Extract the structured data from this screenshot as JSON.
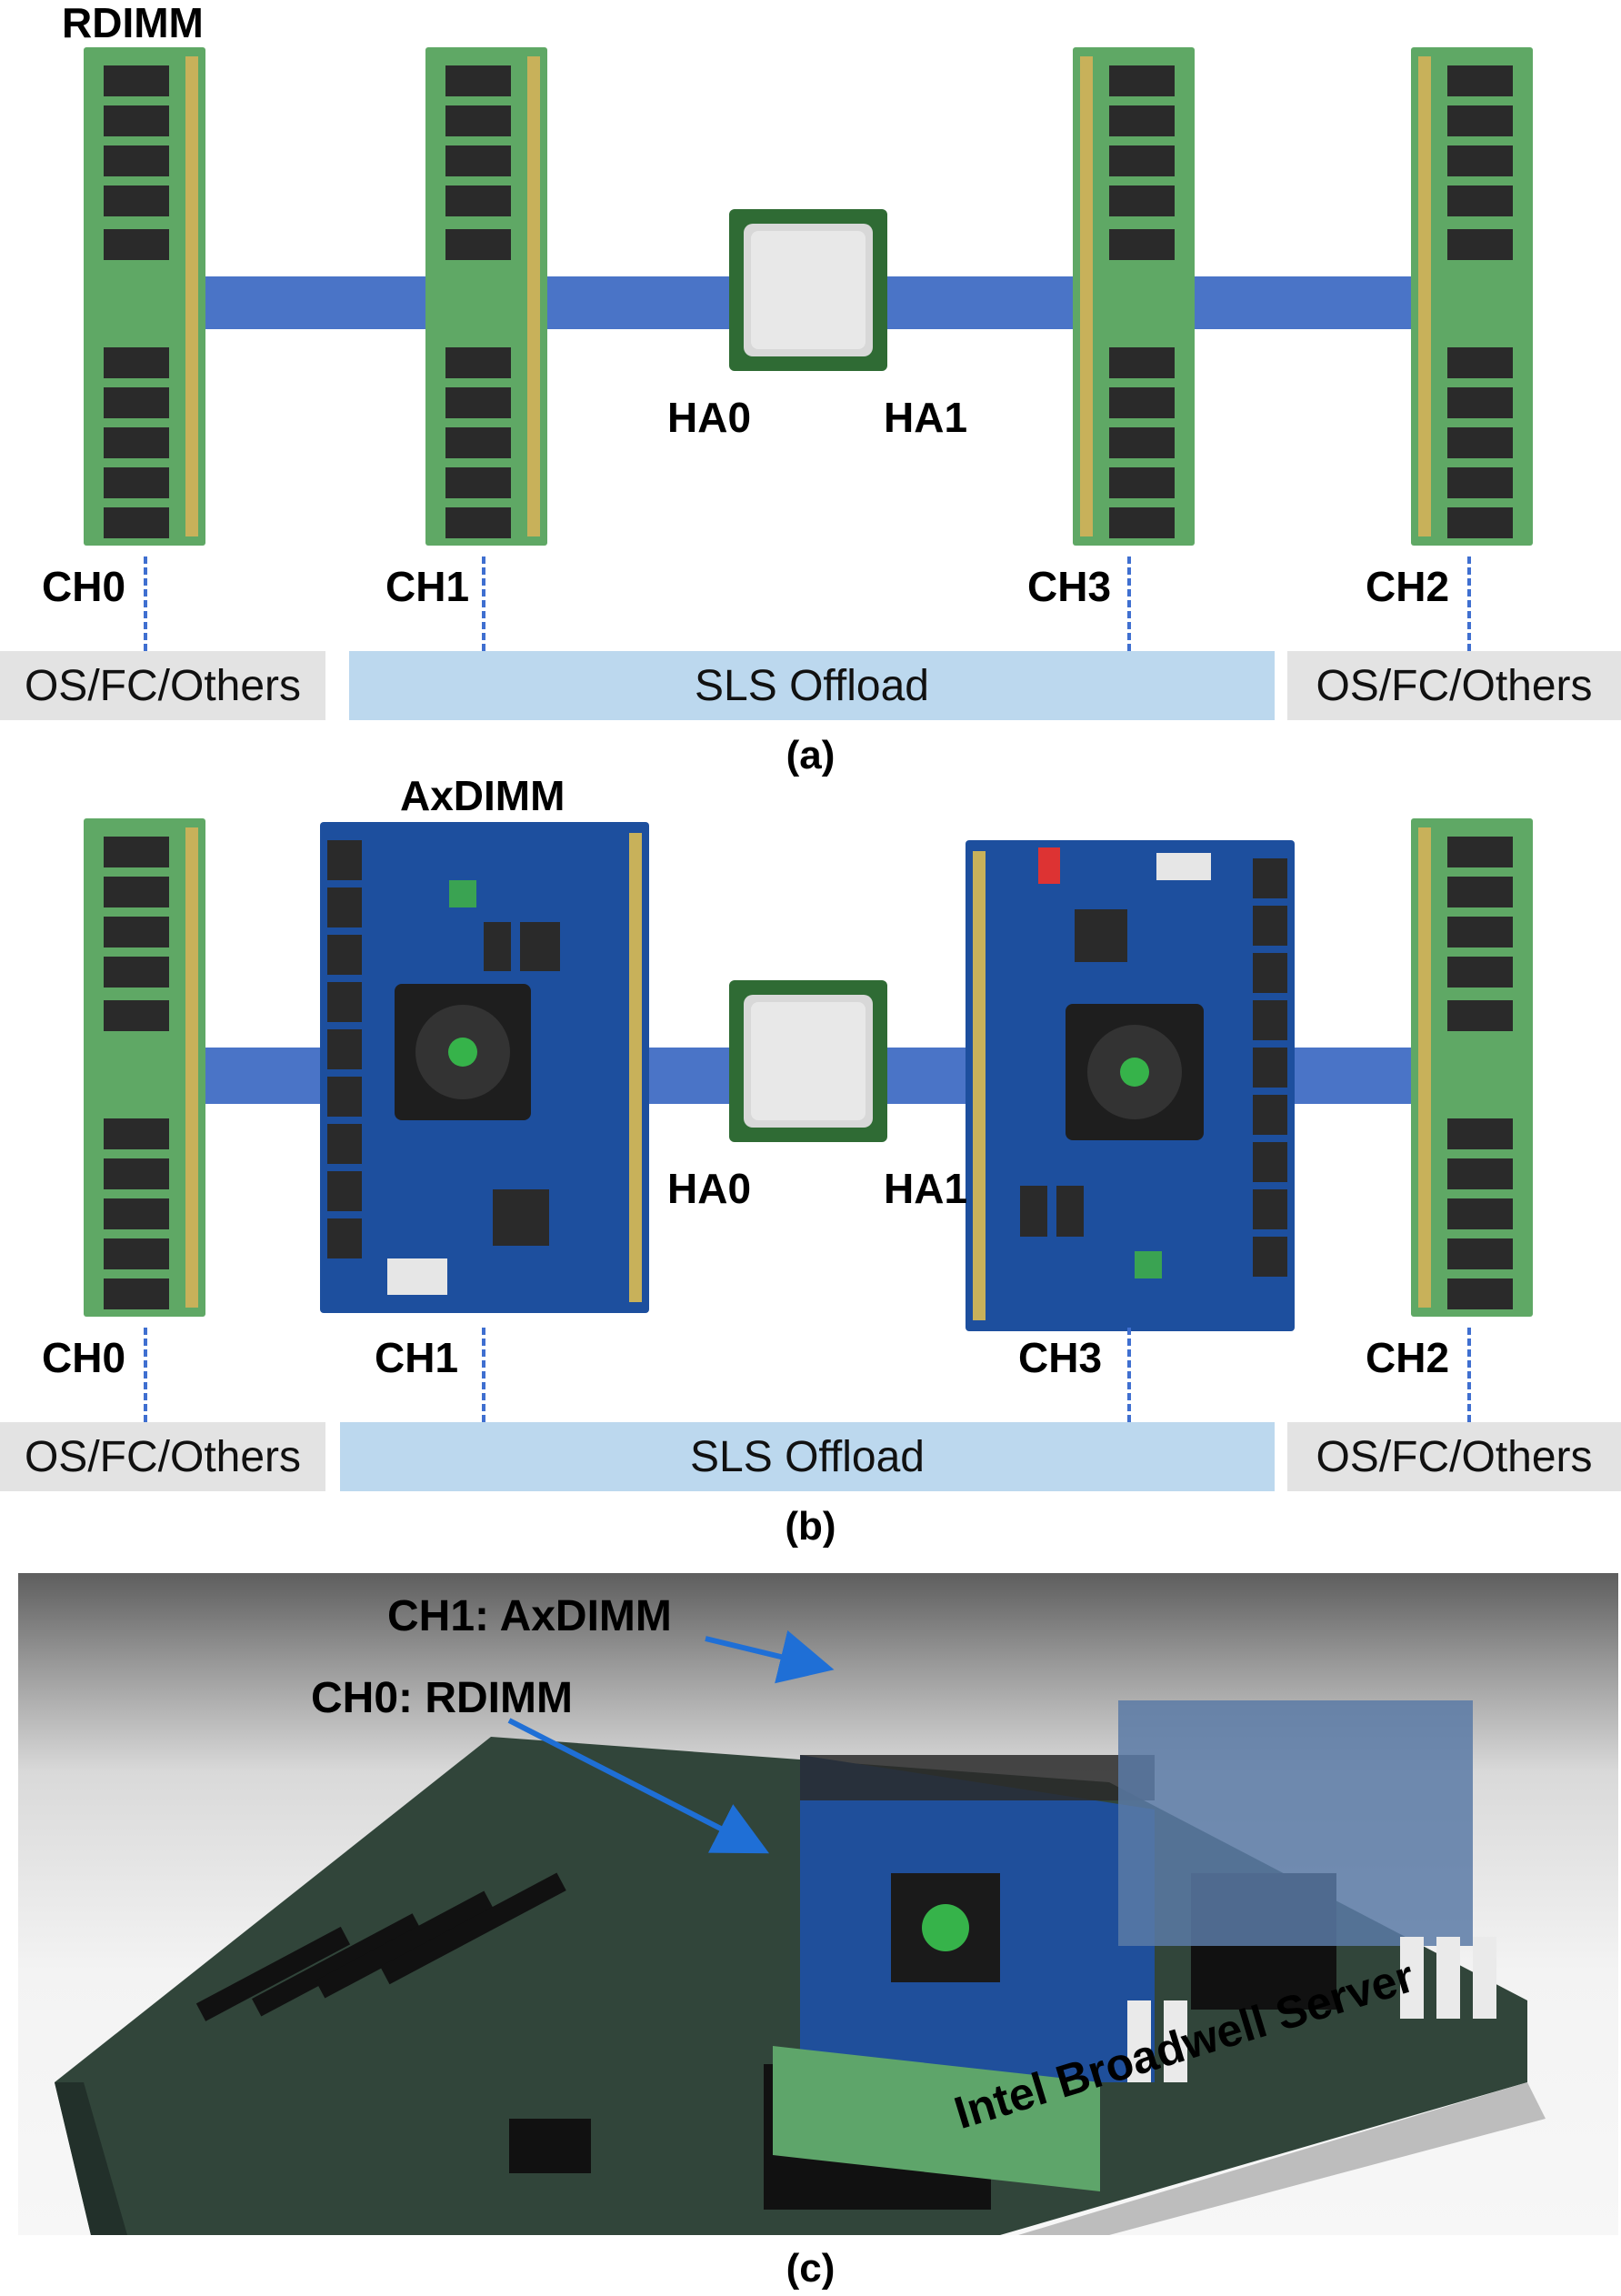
{
  "panel_a": {
    "module_label": "RDIMM",
    "host_agents": [
      "HA0",
      "HA1"
    ],
    "channels": [
      "CH0",
      "CH1",
      "CH3",
      "CH2"
    ],
    "regions": [
      "OS/FC/Others",
      "SLS Offload",
      "OS/FC/Others"
    ],
    "caption": "(a)"
  },
  "panel_b": {
    "module_label": "AxDIMM",
    "host_agents": [
      "HA0",
      "HA1"
    ],
    "channels": [
      "CH0",
      "CH1",
      "CH3",
      "CH2"
    ],
    "regions": [
      "OS/FC/Others",
      "SLS Offload",
      "OS/FC/Others"
    ],
    "caption": "(b)"
  },
  "panel_c": {
    "labels": [
      "CH1: AxDIMM",
      "CH0: RDIMM",
      "Intel Broadwell Server"
    ],
    "caption": "(c)"
  },
  "colors": {
    "bus": "#4a74c7",
    "offload_box": "#bcd8ee",
    "other_box": "#e3e3e3",
    "dimm_pcb": "#5fa865",
    "fpga_pcb": "#1d4f9e",
    "arrow": "#1f6fd6"
  }
}
